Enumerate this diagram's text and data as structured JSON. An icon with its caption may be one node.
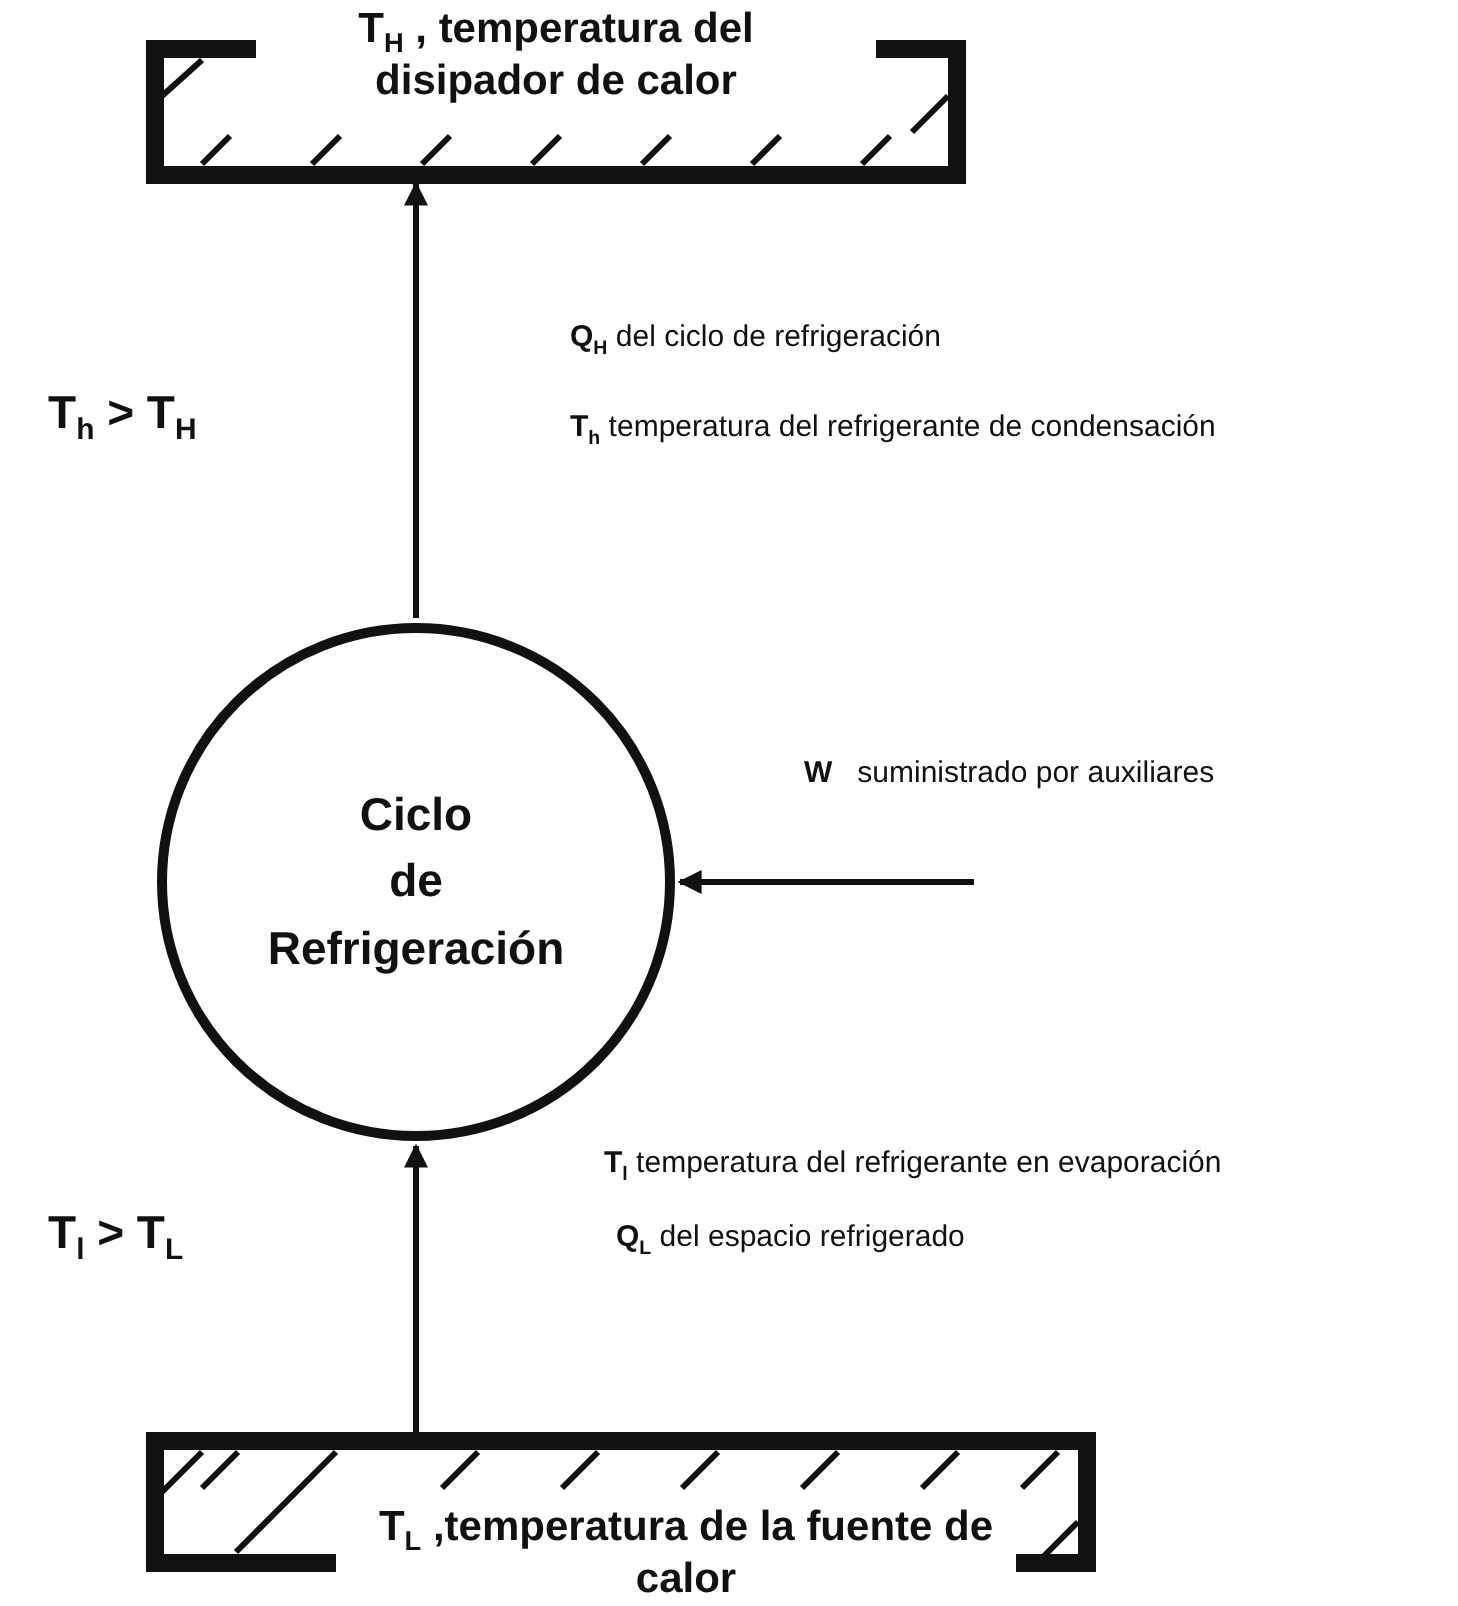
{
  "diagram": {
    "nodes": [
      {
        "text": [
          "T$_{H}$ , temperatura del disipador de calor"
        ]
      },
      {
        "text": [
          "Ciclo de Refrigeración"
        ]
      },
      {
        "text": [
          "T$_{L}$ ,temperatura de la fuente de calor"
        ]
      }
    ],
    "edges": [
      {
        "from": 1,
        "to": 0,
        "arrow": "to"
      },
      {
        "from": null,
        "to": 1,
        "arrow": "to",
        "label": "**W**   suministrado por auxiliares"
      },
      {
        "from": 2,
        "to": 1,
        "arrow": "to"
      }
    ],
    "labels": [
      "T$_{h}$ > T$_{H}$",
      "**Q**$_{H}$ del ciclo de refrigeración",
      "**T**$_{h}$ temperatura del refrigerante de condensación",
      "T$_{l}$ > T$_{L}$",
      "**T**$_{l}$ temperatura del refrigerante en evaporación",
      "**Q**$_{L}$ del espacio refrigerado"
    ]
  }
}
